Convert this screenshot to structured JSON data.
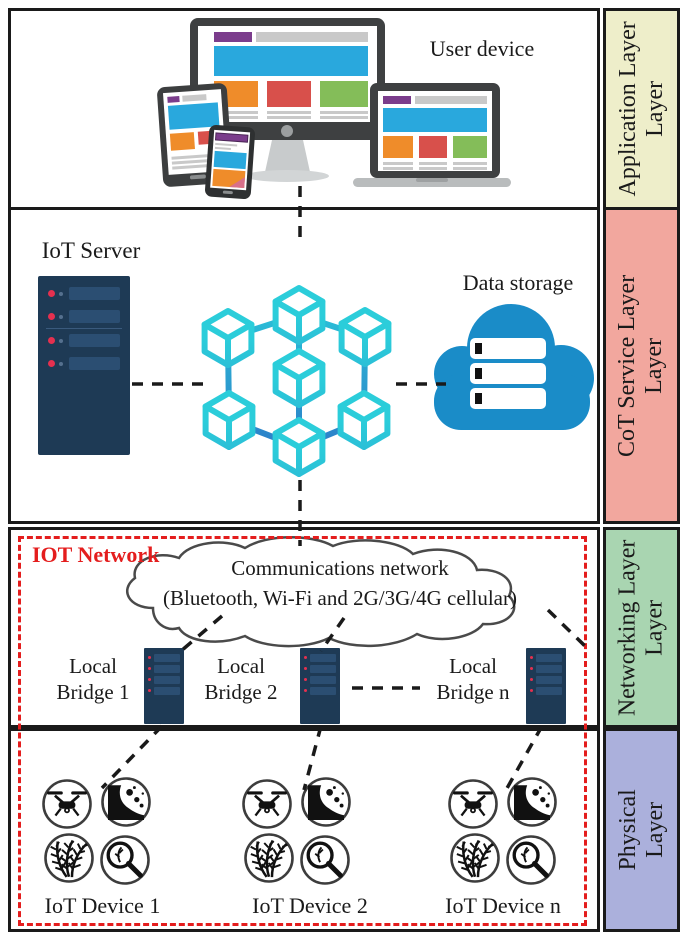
{
  "sidebar": {
    "application": {
      "line1": "Application Layer",
      "line2": "Layer",
      "color": "#eeeeca"
    },
    "cot": {
      "line1": "CoT Service Layer",
      "line2": "Layer",
      "color": "#f2a79e"
    },
    "networking": {
      "line1": "Networking Layer",
      "line2": "Layer",
      "color": "#a9d5b1"
    },
    "physical": {
      "line1": "Physical",
      "line2": "Layer",
      "color": "#abb0dc"
    }
  },
  "application_layer": {
    "user_device_label": "User device",
    "device_icons": [
      "desktop-monitor",
      "tablet",
      "smartphone",
      "laptop"
    ],
    "webpage_colors": {
      "purple": "#7b3d8c",
      "blue": "#29a8dd",
      "orange": "#ef8c2a",
      "red": "#d8504b",
      "green": "#84bd59",
      "gray": "#c9c9c9"
    }
  },
  "cot_layer": {
    "iot_server_label": "IoT Server",
    "data_storage_label": "Data storage",
    "blockchain_icon": "blockchain-network",
    "colors": {
      "server_navy": "#1e3a55",
      "server_led_red": "#e5304f",
      "storage_cloud_blue": "#1a8cc8",
      "blockchain_top": "#2bcdda",
      "blockchain_bottom": "#2c6ec5"
    }
  },
  "networking_layer": {
    "iot_network_label": "IOT Network",
    "cloud_line1": "Communications network",
    "cloud_line2": "(Bluetooth, Wi-Fi and 2G/3G/4G cellular)",
    "bridges": [
      {
        "line1": "Local",
        "line2": "Bridge 1"
      },
      {
        "line1": "Local",
        "line2": "Bridge 2"
      },
      {
        "line1": "Local",
        "line2": "Bridge n"
      }
    ],
    "accent_red": "#e41d1d"
  },
  "physical_layer": {
    "groups": [
      {
        "label": "IoT Device 1"
      },
      {
        "label": "IoT Device 2"
      },
      {
        "label": "IoT Device n"
      }
    ],
    "sensor_icons": [
      "drone",
      "landslide",
      "crops",
      "crop-inspection-magnifier"
    ]
  }
}
